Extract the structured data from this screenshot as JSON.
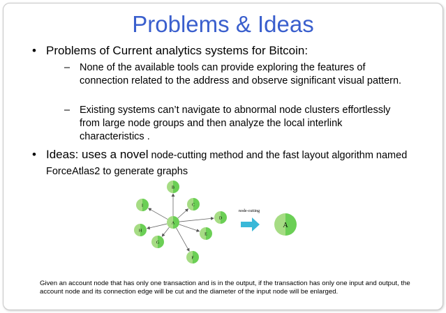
{
  "title": "Problems & Ideas",
  "bullets": [
    {
      "text": "Problems of Current analytics systems for Bitcoin:",
      "subs": [
        "None of the available tools can provide exploring the features of connection related to the address and observe significant visual pattern.",
        "Existing systems can’t navigate to abnormal node clusters effortlessly from large node groups and then analyze the local interlink characteristics ."
      ]
    },
    {
      "lead": "Ideas: uses a novel",
      "rest": " node-cutting method and the fast layout algorithm named ForceAtlas2 to generate graphs"
    }
  ],
  "diagram": {
    "center": "A",
    "nodes": [
      "B",
      "C",
      "D",
      "E",
      "F",
      "G",
      "H",
      "I"
    ],
    "arrow_label": "node-cutting",
    "result": "A"
  },
  "caption": "Given an account node that has only one transaction and is in the output, if the transaction has only one input and output, the account node and its connection edge will be cut and the diameter of the input node will be enlarged."
}
